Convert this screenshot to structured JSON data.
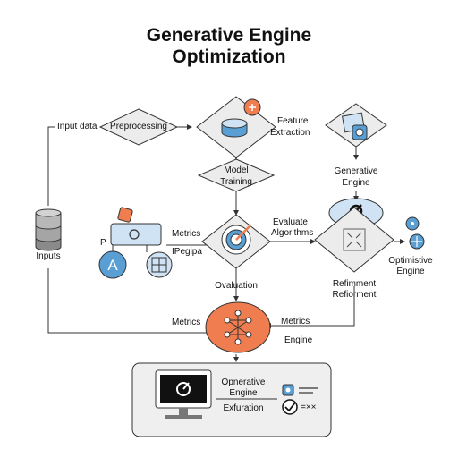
{
  "title": {
    "line1": "Generative Engine",
    "line2": "Optimization"
  },
  "labels": {
    "input_data": "Input data",
    "preprocessing": "Preprocessing",
    "feature_extraction_1": "Feature",
    "feature_extraction_2": "Extraction",
    "model_training_1": "Model",
    "model_training_2": "Training",
    "generative_engine_1": "Generative",
    "generative_engine_2": "Engine",
    "inputs": "Inputs",
    "p_label": "P",
    "metrics_top": "Metrics",
    "ipegipa": "IPegipa",
    "evaluate_1": "Evaluate",
    "evaluate_2": "Algorithms",
    "optimistive_1": "Optimistive",
    "optimistive_2": "Engine",
    "ovaluation": "Ovaluation",
    "refinement_1": "Refimment",
    "refinement_2": "Refiorment",
    "metrics_left": "Metrics",
    "metrics_right": "Metrics",
    "engine": "Engine",
    "operative_1": "Opnerative",
    "operative_2": "Engine",
    "exfuration": "Exfuration",
    "check_text": "=××",
    "a_letter": "A"
  },
  "colors": {
    "accent_orange": "#ef7d4f",
    "accent_blue": "#5a9fd4",
    "light_blue": "#cfe3f4",
    "diamond_fill": "#ececec",
    "panel_fill": "#efefef",
    "line": "#333333"
  }
}
